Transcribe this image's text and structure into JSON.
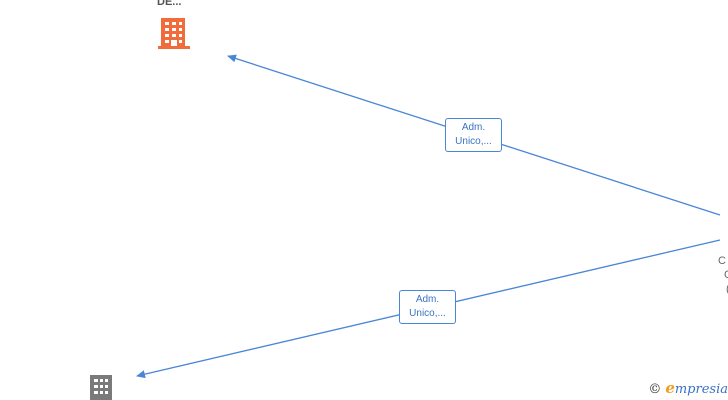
{
  "nodes": {
    "top_company": {
      "label": "DE...",
      "color": "#f26b3a"
    },
    "bottom_company": {
      "color": "#7a7a7a"
    },
    "right_node": {
      "lines": [
        "C",
        "C",
        "("
      ]
    }
  },
  "edges": [
    {
      "label_line1": "Adm.",
      "label_line2": "Unico,..."
    },
    {
      "label_line1": "Adm.",
      "label_line2": "Unico,..."
    }
  ],
  "colors": {
    "edge": "#4a86d6"
  },
  "watermark": {
    "copyright": "©",
    "brand_initial": "e",
    "brand_rest": "mpresia"
  }
}
